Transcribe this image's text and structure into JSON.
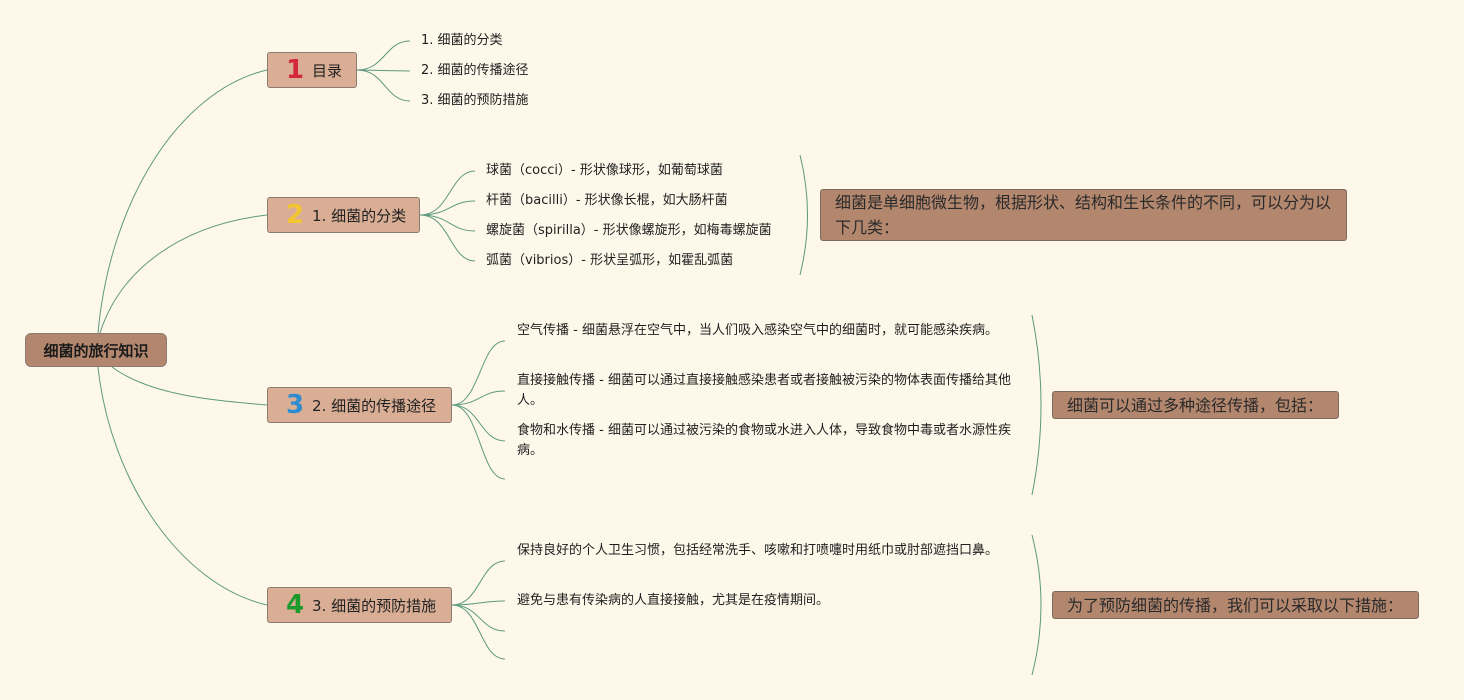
{
  "root": {
    "label": "细菌的旅行知识"
  },
  "branches": [
    {
      "marker": "1",
      "marker_color": "#d4283a",
      "label": "目录",
      "items": [
        "1. 细菌的分类",
        "2. 细菌的传播途径",
        "3. 细菌的预防措施"
      ]
    },
    {
      "marker": "2",
      "marker_color": "#f2c531",
      "label": "1. 细菌的分类",
      "items": [
        "球菌（cocci）- 形状像球形，如葡萄球菌",
        "杆菌（bacilli）- 形状像长棍，如大肠杆菌",
        "螺旋菌（spirilla）- 形状像螺旋形，如梅毒螺旋菌",
        "弧菌（vibrios）- 形状呈弧形，如霍乱弧菌"
      ],
      "summary": "细菌是单细胞微生物，根据形状、结构和生长条件的不同，可以分为以下几类："
    },
    {
      "marker": "3",
      "marker_color": "#2d8ccf",
      "label": "2. 细菌的传播途径",
      "items": [
        "空气传播 - 细菌悬浮在空气中，当人们吸入感染空气中的细菌时，就可能感染疾病。",
        "直接接触传播 - 细菌可以通过直接接触感染患者或者接触被污染的物体表面传播给其他人。",
        "食物和水传播 - 细菌可以通过被污染的食物或水进入人体，导致食物中毒或者水源性疾病。"
      ],
      "summary": "细菌可以通过多种途径传播，包括："
    },
    {
      "marker": "4",
      "marker_color": "#1d9a2c",
      "label": "3. 细菌的预防措施",
      "items": [
        "保持良好的个人卫生习惯，包括经常洗手、咳嗽和打喷嚏时用纸巾或肘部遮挡口鼻。",
        "避免与患有传染病的人直接接触，尤其是在疫情期间。"
      ],
      "summary": "为了预防细菌的传播，我们可以采取以下措施："
    }
  ]
}
